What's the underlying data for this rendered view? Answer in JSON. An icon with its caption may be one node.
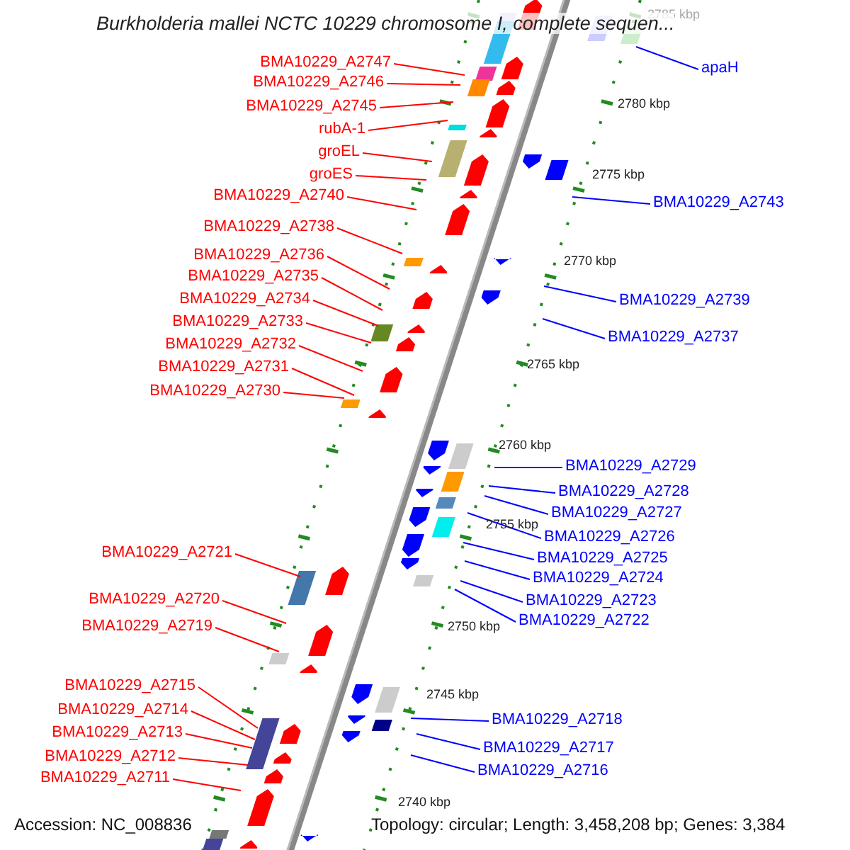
{
  "diagram": {
    "title": "Burkholderia mallei NCTC 10229 chromosome I, complete sequen...",
    "nodes": [
      {
        "text": [
          "BMA10229_A2747"
        ]
      },
      {
        "text": [
          "apaH"
        ]
      },
      {
        "text": [
          "BMA10229_A2746"
        ]
      },
      {
        "text": [
          "BMA10229_A2745"
        ]
      },
      {
        "text": [
          "rubA-1"
        ]
      },
      {
        "text": [
          "groEL"
        ]
      },
      {
        "text": [
          "groES"
        ]
      },
      {
        "text": [
          "BMA10229_A2740"
        ]
      },
      {
        "text": [
          "BMA10229_A2743"
        ]
      },
      {
        "text": [
          "BMA10229_A2738"
        ]
      },
      {
        "text": [
          "BMA10229_A2736"
        ]
      },
      {
        "text": [
          "BMA10229_A2735"
        ]
      },
      {
        "text": [
          "BMA10229_A2739"
        ]
      },
      {
        "text": [
          "BMA10229_A2734"
        ]
      },
      {
        "text": [
          "BMA10229_A2733"
        ]
      },
      {
        "text": [
          "BMA10229_A2737"
        ]
      },
      {
        "text": [
          "BMA10229_A2732"
        ]
      },
      {
        "text": [
          "BMA10229_A2731"
        ]
      },
      {
        "text": [
          "BMA10229_A2730"
        ]
      },
      {
        "text": [
          "BMA10229_A2729"
        ]
      },
      {
        "text": [
          "BMA10229_A2728"
        ]
      },
      {
        "text": [
          "BMA10229_A2727"
        ]
      },
      {
        "text": [
          "BMA10229_A2726"
        ]
      },
      {
        "text": [
          "BMA10229_A2721"
        ]
      },
      {
        "text": [
          "BMA10229_A2725"
        ]
      },
      {
        "text": [
          "BMA10229_A2724"
        ]
      },
      {
        "text": [
          "BMA10229_A2723"
        ]
      },
      {
        "text": [
          "BMA10229_A2722"
        ]
      },
      {
        "text": [
          "BMA10229_A2720"
        ]
      },
      {
        "text": [
          "BMA10229_A2719"
        ]
      },
      {
        "text": [
          "BMA10229_A2715"
        ]
      },
      {
        "text": [
          "BMA10229_A2714"
        ]
      },
      {
        "text": [
          "BMA10229_A2718"
        ]
      },
      {
        "text": [
          "BMA10229_A2713"
        ]
      },
      {
        "text": [
          "BMA10229_A2717"
        ]
      },
      {
        "text": [
          "BMA10229_A2712"
        ]
      },
      {
        "text": [
          "BMA10229_A2716"
        ]
      },
      {
        "text": [
          "BMA10229_A2711"
        ]
      }
    ],
    "edges": [
      {
        "from": 0,
        "to": null,
        "arrow": "none"
      },
      {
        "from": 1,
        "to": null,
        "arrow": "none",
        "color": "#0000ff"
      },
      {
        "from": 2,
        "to": null,
        "arrow": "none"
      },
      {
        "from": 3,
        "to": null,
        "arrow": "none"
      },
      {
        "from": 4,
        "to": null,
        "arrow": "none"
      },
      {
        "from": 5,
        "to": null,
        "arrow": "none"
      },
      {
        "from": 6,
        "to": null,
        "arrow": "none"
      },
      {
        "from": 7,
        "to": null,
        "arrow": "none"
      },
      {
        "from": 8,
        "to": null,
        "arrow": "none",
        "color": "#0000ff"
      },
      {
        "from": 9,
        "to": null,
        "arrow": "none"
      },
      {
        "from": 10,
        "to": null,
        "arrow": "none"
      },
      {
        "from": 11,
        "to": null,
        "arrow": "none"
      },
      {
        "from": 12,
        "to": null,
        "arrow": "none",
        "color": "#0000ff"
      },
      {
        "from": 13,
        "to": null,
        "arrow": "none"
      },
      {
        "from": 14,
        "to": null,
        "arrow": "none"
      },
      {
        "from": 15,
        "to": null,
        "arrow": "none",
        "color": "#0000ff"
      },
      {
        "from": 16,
        "to": null,
        "arrow": "none"
      },
      {
        "from": 17,
        "to": null,
        "arrow": "none"
      },
      {
        "from": 18,
        "to": null,
        "arrow": "none"
      },
      {
        "from": 19,
        "to": null,
        "arrow": "none",
        "color": "#0000ff"
      },
      {
        "from": 20,
        "to": null,
        "arrow": "none",
        "color": "#0000ff"
      },
      {
        "from": 21,
        "to": null,
        "arrow": "none",
        "color": "#0000ff"
      },
      {
        "from": 22,
        "to": null,
        "arrow": "none",
        "color": "#0000ff"
      },
      {
        "from": 23,
        "to": null,
        "arrow": "none"
      },
      {
        "from": 24,
        "to": null,
        "arrow": "none",
        "color": "#0000ff"
      },
      {
        "from": 25,
        "to": null,
        "arrow": "none",
        "color": "#0000ff"
      },
      {
        "from": 26,
        "to": null,
        "arrow": "none",
        "color": "#0000ff"
      },
      {
        "from": 27,
        "to": null,
        "arrow": "none",
        "color": "#0000ff"
      },
      {
        "from": 28,
        "to": null,
        "arrow": "none"
      },
      {
        "from": 29,
        "to": null,
        "arrow": "none"
      },
      {
        "from": 30,
        "to": null,
        "arrow": "none"
      },
      {
        "from": 31,
        "to": null,
        "arrow": "none"
      },
      {
        "from": 32,
        "to": null,
        "arrow": "none",
        "color": "#0000ff"
      },
      {
        "from": 33,
        "to": null,
        "arrow": "none"
      },
      {
        "from": 34,
        "to": null,
        "arrow": "none",
        "color": "#0000ff"
      },
      {
        "from": 35,
        "to": null,
        "arrow": "none"
      },
      {
        "from": 36,
        "to": null,
        "arrow": "none",
        "color": "#0000ff"
      },
      {
        "from": 37,
        "to": null,
        "arrow": "none"
      }
    ],
    "labels": [
      "2785 kbp",
      "2780 kbp",
      "2775 kbp",
      "2770 kbp",
      "2765 kbp",
      "2760 kbp",
      "2755 kbp",
      "2750 kbp",
      "2745 kbp",
      "2740 kbp",
      "Accession: NC_008836",
      "Topology: circular; Length: 3,458,208 bp; Genes: 3,384"
    ]
  }
}
